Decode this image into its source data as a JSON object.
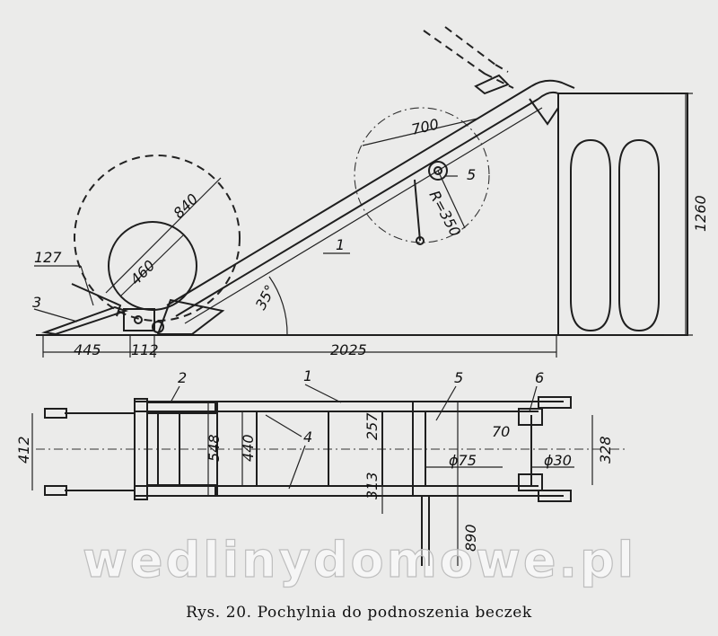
{
  "caption": "Rys. 20.  Pochylnia do podnoszenia beczek",
  "watermark": "wedlinydomowe.pl",
  "side_view": {
    "callouts": {
      "c1": "1",
      "c3": "3",
      "c5": "5",
      "c127": "127"
    },
    "dimensions": {
      "barrel_large": "840",
      "barrel_small": "460",
      "radius": "R=350",
      "span": "700",
      "height": "1260",
      "angle": "35°",
      "d445": "445",
      "d112": "112",
      "d2025": "2025"
    }
  },
  "plan_view": {
    "callouts": {
      "c1": "1",
      "c2": "2",
      "c4": "4",
      "c5": "5",
      "c6": "6"
    },
    "dimensions": {
      "w412": "412",
      "w548": "548",
      "w440": "440",
      "w257": "257",
      "w313": "313",
      "phi75": "ϕ75",
      "phi30": "ϕ30",
      "d70": "70",
      "w328": "328",
      "d890": "890"
    }
  }
}
